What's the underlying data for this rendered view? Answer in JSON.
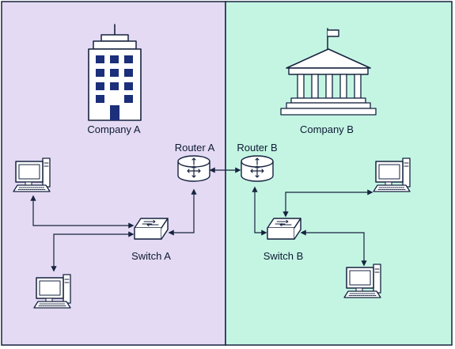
{
  "zones": [
    {
      "name": "company-a",
      "fill": "#e4daf3"
    },
    {
      "name": "company-b",
      "fill": "#c4f5e3"
    }
  ],
  "labels": {
    "company_a": "Company A",
    "company_b": "Company B",
    "router_a": "Router A",
    "router_b": "Router B",
    "switch_a": "Switch A",
    "switch_b": "Switch B"
  },
  "colors": {
    "line": "#16233f",
    "building_window": "#1b2f7a",
    "device_fill": "#ffffff"
  },
  "icons": {
    "company_a": "office-building-icon",
    "company_b": "government-building-icon",
    "routers": "router-icon",
    "switches": "network-switch-icon",
    "computers": "desktop-computer-icon"
  }
}
